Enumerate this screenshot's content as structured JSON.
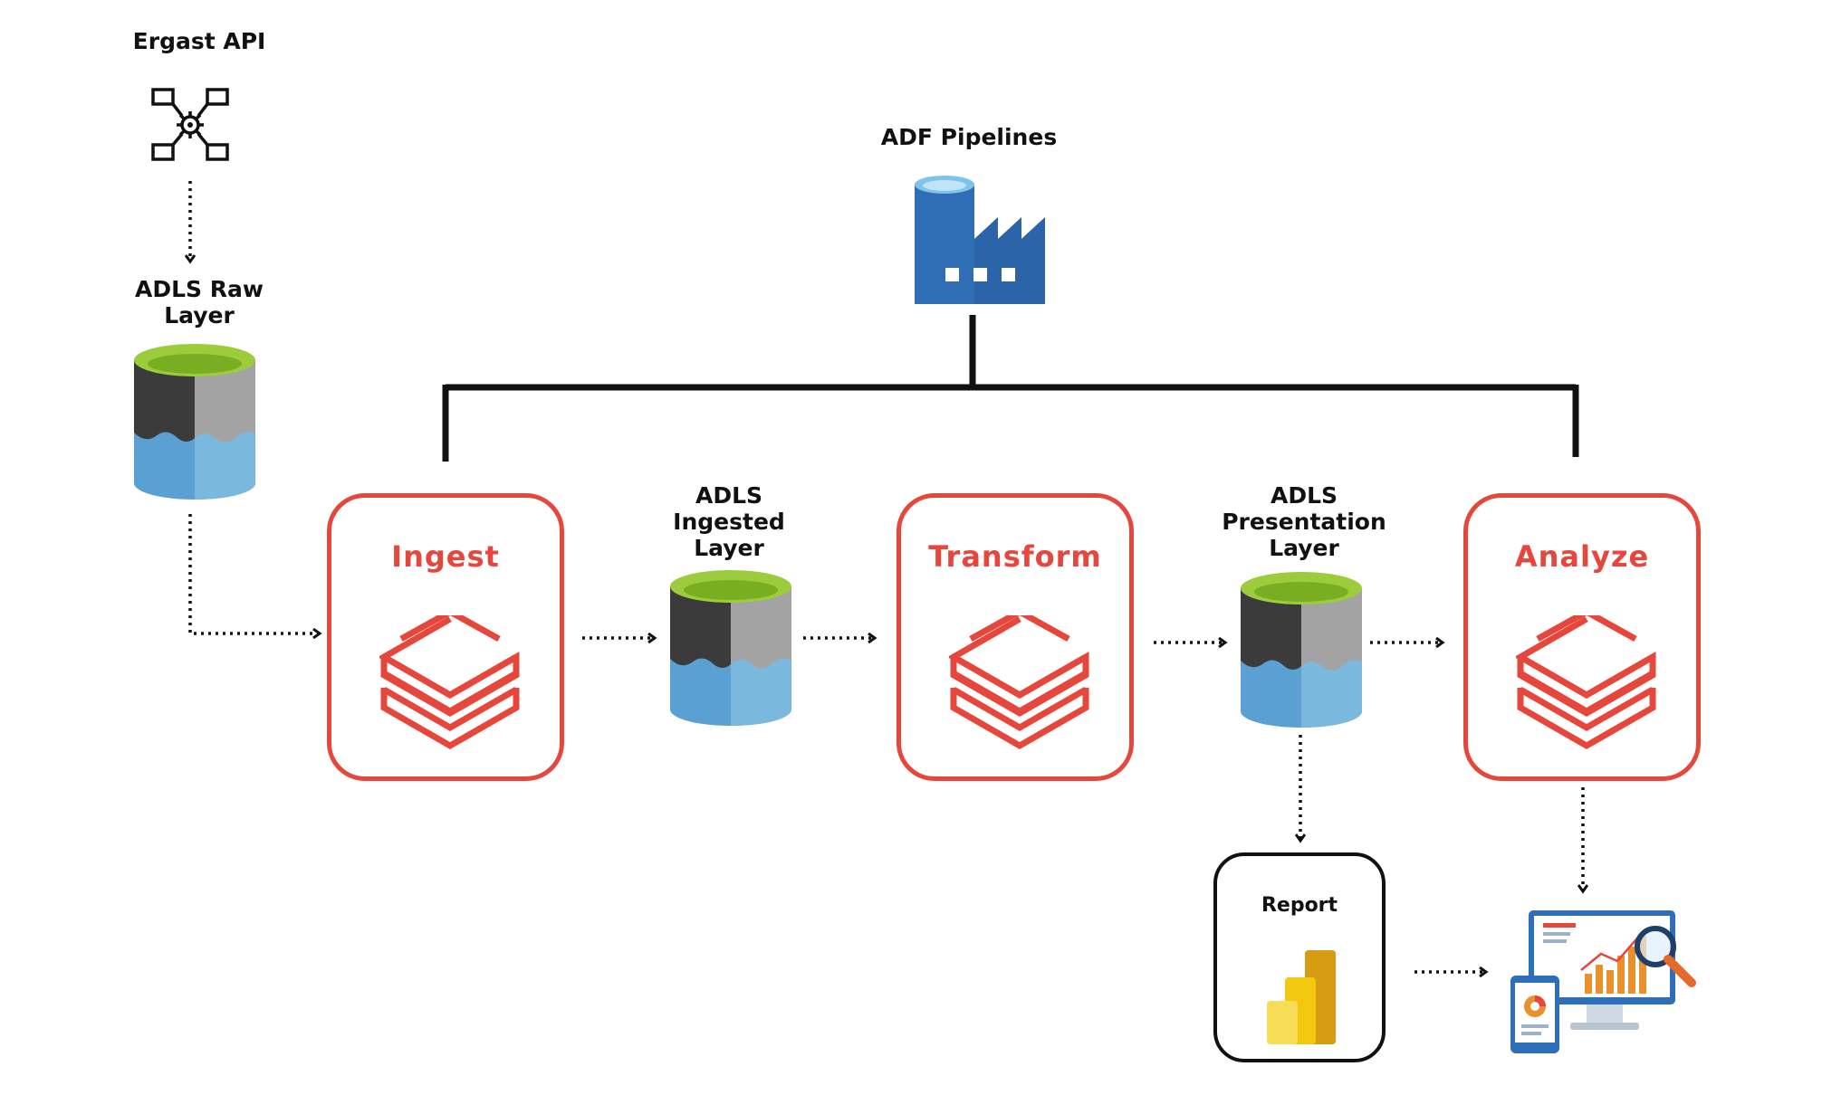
{
  "source": {
    "label": "Ergast API",
    "icon": "api-gear-network-icon"
  },
  "raw_layer": {
    "label": "ADLS Raw Layer",
    "icon": "data-lake-storage-icon"
  },
  "orchestrator": {
    "label": "ADF Pipelines",
    "icon": "data-factory-icon"
  },
  "stages": [
    {
      "label": "Ingest",
      "icon": "databricks-layers-icon"
    },
    {
      "label": "Transform",
      "icon": "databricks-layers-icon"
    },
    {
      "label": "Analyze",
      "icon": "databricks-layers-icon"
    }
  ],
  "ingested_layer": {
    "label": "ADLS Ingested Layer",
    "icon": "data-lake-storage-icon"
  },
  "presentation_layer": {
    "label": "ADLS Presentation Layer",
    "icon": "data-lake-storage-icon"
  },
  "report": {
    "label": "Report",
    "icon": "power-bi-icon"
  },
  "dashboard": {
    "icon": "analytics-dashboard-icon"
  },
  "colors": {
    "stage_border": "#e5473d",
    "stage_text": "#e5473d",
    "lake_top": "#9ccc3c",
    "lake_water": "#5aa0d2",
    "adf_blue": "#2f6db5",
    "powerbi_gold": "#f2c811"
  }
}
